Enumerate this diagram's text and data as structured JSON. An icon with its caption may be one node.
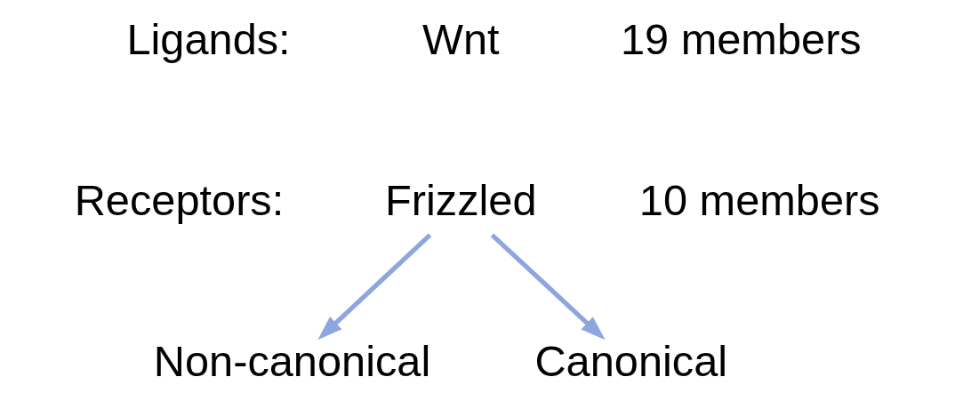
{
  "diagram": {
    "nodes": [
      {
        "text": [
          "Frizzled"
        ]
      },
      {
        "text": [
          "Non-canonical"
        ]
      },
      {
        "text": [
          "Canonical"
        ]
      }
    ],
    "edges": [
      {
        "from": 0,
        "to": 1,
        "arrow": "to"
      },
      {
        "from": 0,
        "to": 2,
        "arrow": "to"
      }
    ],
    "labels": [
      "Ligands:",
      "Wnt",
      "19 members",
      "Receptors:",
      "10 members"
    ]
  }
}
